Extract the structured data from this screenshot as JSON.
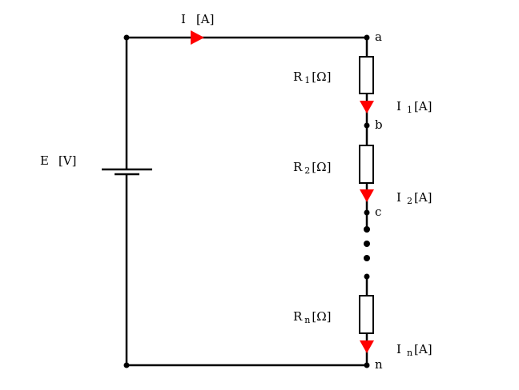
{
  "source": {
    "label": "E",
    "unit": "[V]"
  },
  "main_current": {
    "label": "I",
    "unit": "[A]"
  },
  "nodes": {
    "a": "a",
    "b": "b",
    "c": "c",
    "n": "n"
  },
  "resistors": [
    {
      "symbol": "R",
      "sub": "1",
      "unit": "[Ω]",
      "current_symbol": "I",
      "current_sub": "1",
      "current_unit": "[A]"
    },
    {
      "symbol": "R",
      "sub": "2",
      "unit": "[Ω]",
      "current_symbol": "I",
      "current_sub": "2",
      "current_unit": "[A]"
    },
    {
      "symbol": "R",
      "sub": "n",
      "unit": "[Ω]",
      "current_symbol": "I",
      "current_sub": "n",
      "current_unit": "[A]"
    }
  ],
  "colors": {
    "wire": "#000000",
    "arrow": "#ff0000"
  }
}
